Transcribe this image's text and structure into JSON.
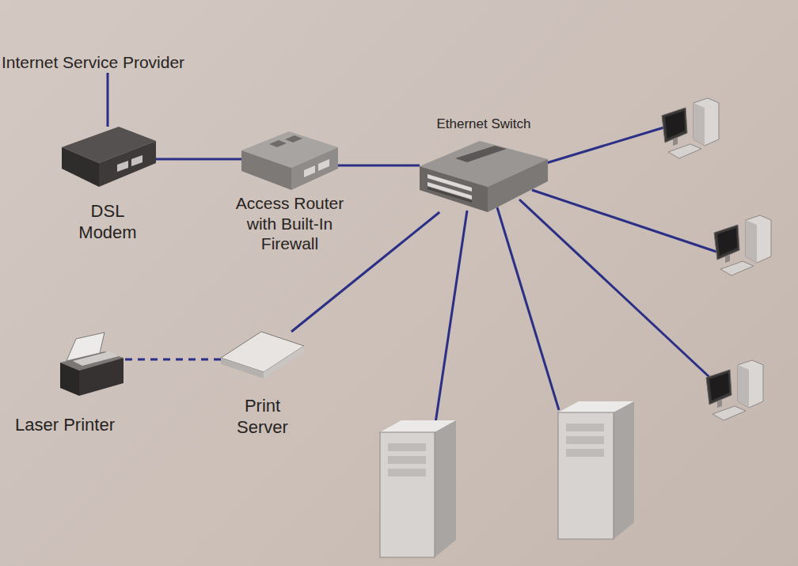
{
  "diagram": {
    "nodes": [
      {
        "text": [
          "Internet Service Provider"
        ]
      },
      {
        "text": [
          "DSL Modem"
        ]
      },
      {
        "text": [
          "Access Router with Built-In Firewall"
        ]
      },
      {
        "text": [
          "Ethernet Switch"
        ]
      },
      {
        "text": [
          "Laser Printer"
        ]
      },
      {
        "text": [
          "Print Server"
        ]
      }
    ],
    "edges": [
      {
        "from": 0,
        "to": 1,
        "arrow": "none"
      },
      {
        "from": 1,
        "to": 2,
        "arrow": "none"
      },
      {
        "from": 2,
        "to": 3,
        "arrow": "none"
      },
      {
        "from": 3,
        "to": 5,
        "arrow": "none"
      },
      {
        "from": 5,
        "to": 4,
        "arrow": "none"
      }
    ]
  }
}
